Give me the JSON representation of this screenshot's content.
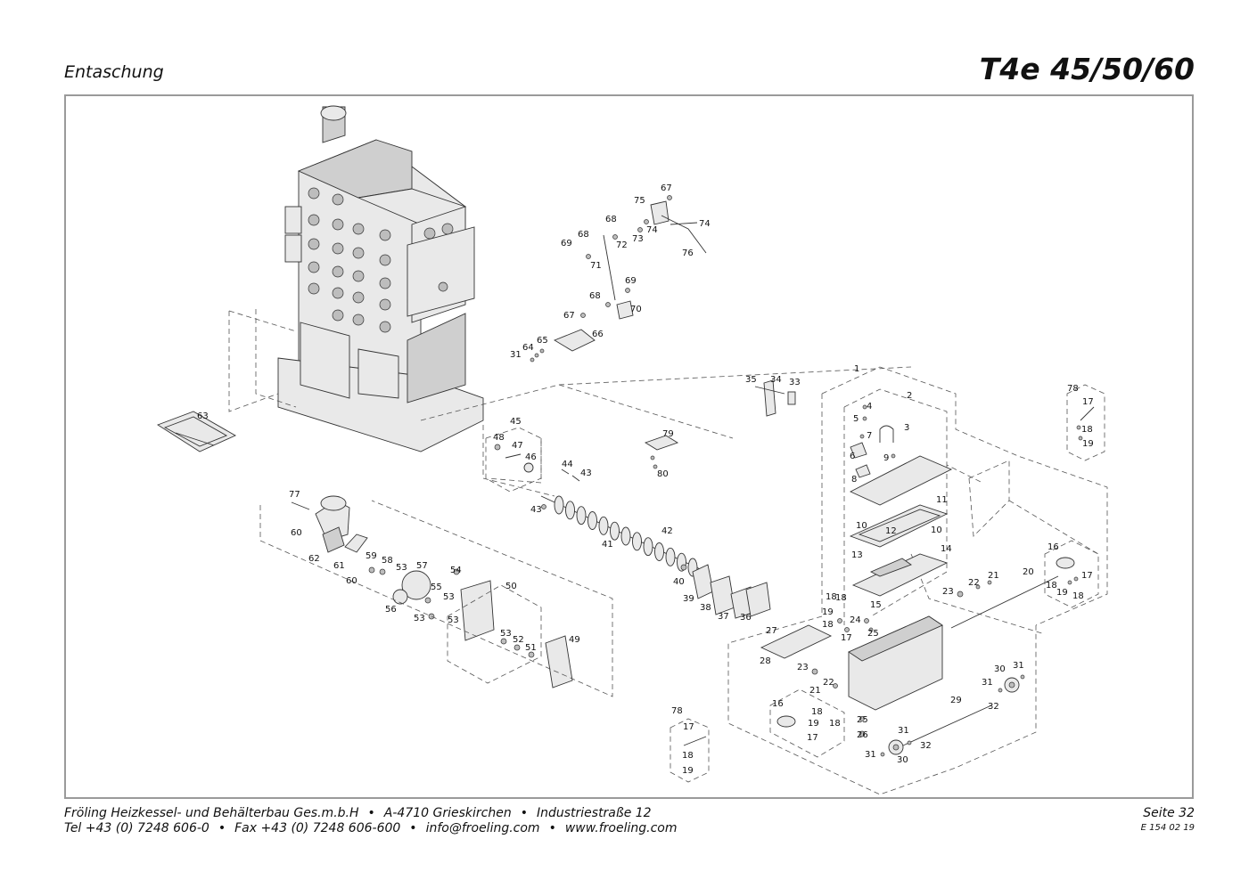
{
  "header": {
    "section_title": "Entaschung",
    "model": "T4e 45/50/60"
  },
  "callouts": [
    {
      "id": "c1",
      "text": "1"
    },
    {
      "id": "c2",
      "text": "2"
    },
    {
      "id": "c3",
      "text": "3"
    },
    {
      "id": "c4",
      "text": "4"
    },
    {
      "id": "c5",
      "text": "5"
    },
    {
      "id": "c6",
      "text": "6"
    },
    {
      "id": "c7",
      "text": "7"
    },
    {
      "id": "c8",
      "text": "8"
    },
    {
      "id": "c9",
      "text": "9"
    },
    {
      "id": "c10a",
      "text": "10"
    },
    {
      "id": "c10b",
      "text": "10"
    },
    {
      "id": "c11",
      "text": "11"
    },
    {
      "id": "c12",
      "text": "12"
    },
    {
      "id": "c13",
      "text": "13"
    },
    {
      "id": "c14",
      "text": "14"
    },
    {
      "id": "c15",
      "text": "15"
    },
    {
      "id": "c16a",
      "text": "16"
    },
    {
      "id": "c16b",
      "text": "16"
    },
    {
      "id": "c17a",
      "text": "17"
    },
    {
      "id": "c17b",
      "text": "17"
    },
    {
      "id": "c17c",
      "text": "17"
    },
    {
      "id": "c17d",
      "text": "17"
    },
    {
      "id": "c17e",
      "text": "17"
    },
    {
      "id": "c18a",
      "text": "18"
    },
    {
      "id": "c18b",
      "text": "18"
    },
    {
      "id": "c18c",
      "text": "18"
    },
    {
      "id": "c18d",
      "text": "18"
    },
    {
      "id": "c18e",
      "text": "18"
    },
    {
      "id": "c18f",
      "text": "18"
    },
    {
      "id": "c18g",
      "text": "18"
    },
    {
      "id": "c18h",
      "text": "18"
    },
    {
      "id": "c18i",
      "text": "18"
    },
    {
      "id": "c19a",
      "text": "19"
    },
    {
      "id": "c19b",
      "text": "19"
    },
    {
      "id": "c19c",
      "text": "19"
    },
    {
      "id": "c19d",
      "text": "19"
    },
    {
      "id": "c19e",
      "text": "19"
    },
    {
      "id": "c20",
      "text": "20"
    },
    {
      "id": "c21a",
      "text": "21"
    },
    {
      "id": "c21b",
      "text": "21"
    },
    {
      "id": "c22a",
      "text": "22"
    },
    {
      "id": "c22b",
      "text": "22"
    },
    {
      "id": "c23a",
      "text": "23"
    },
    {
      "id": "c23b",
      "text": "23"
    },
    {
      "id": "c24",
      "text": "24"
    },
    {
      "id": "c25a",
      "text": "25"
    },
    {
      "id": "c25b",
      "text": "25"
    },
    {
      "id": "c26",
      "text": "26"
    },
    {
      "id": "c27",
      "text": "27"
    },
    {
      "id": "c28",
      "text": "28"
    },
    {
      "id": "c29",
      "text": "29"
    },
    {
      "id": "c30a",
      "text": "30"
    },
    {
      "id": "c30b",
      "text": "30"
    },
    {
      "id": "c31a",
      "text": "31"
    },
    {
      "id": "c31b",
      "text": "31"
    },
    {
      "id": "c31c",
      "text": "31"
    },
    {
      "id": "c31d",
      "text": "31"
    },
    {
      "id": "c31e",
      "text": "31"
    },
    {
      "id": "c32a",
      "text": "32"
    },
    {
      "id": "c32b",
      "text": "32"
    },
    {
      "id": "c33",
      "text": "33"
    },
    {
      "id": "c34",
      "text": "34"
    },
    {
      "id": "c35",
      "text": "35"
    },
    {
      "id": "c36",
      "text": "36"
    },
    {
      "id": "c37",
      "text": "37"
    },
    {
      "id": "c38",
      "text": "38"
    },
    {
      "id": "c39",
      "text": "39"
    },
    {
      "id": "c40",
      "text": "40"
    },
    {
      "id": "c41",
      "text": "41"
    },
    {
      "id": "c42",
      "text": "42"
    },
    {
      "id": "c43a",
      "text": "43"
    },
    {
      "id": "c43b",
      "text": "43"
    },
    {
      "id": "c44",
      "text": "44"
    },
    {
      "id": "c45",
      "text": "45"
    },
    {
      "id": "c46",
      "text": "46"
    },
    {
      "id": "c47",
      "text": "47"
    },
    {
      "id": "c48",
      "text": "48"
    },
    {
      "id": "c49",
      "text": "49"
    },
    {
      "id": "c50",
      "text": "50"
    },
    {
      "id": "c51",
      "text": "51"
    },
    {
      "id": "c52",
      "text": "52"
    },
    {
      "id": "c53a",
      "text": "53"
    },
    {
      "id": "c53b",
      "text": "53"
    },
    {
      "id": "c53c",
      "text": "53"
    },
    {
      "id": "c53d",
      "text": "53"
    },
    {
      "id": "c53e",
      "text": "53"
    },
    {
      "id": "c54",
      "text": "54"
    },
    {
      "id": "c55",
      "text": "55"
    },
    {
      "id": "c56",
      "text": "56"
    },
    {
      "id": "c57",
      "text": "57"
    },
    {
      "id": "c58",
      "text": "58"
    },
    {
      "id": "c59",
      "text": "59"
    },
    {
      "id": "c60a",
      "text": "60"
    },
    {
      "id": "c60b",
      "text": "60"
    },
    {
      "id": "c61",
      "text": "61"
    },
    {
      "id": "c62",
      "text": "62"
    },
    {
      "id": "c63",
      "text": "63"
    },
    {
      "id": "c64",
      "text": "64"
    },
    {
      "id": "c65",
      "text": "65"
    },
    {
      "id": "c66",
      "text": "66"
    },
    {
      "id": "c67a",
      "text": "67"
    },
    {
      "id": "c67b",
      "text": "67"
    },
    {
      "id": "c68a",
      "text": "68"
    },
    {
      "id": "c68b",
      "text": "68"
    },
    {
      "id": "c68c",
      "text": "68"
    },
    {
      "id": "c69a",
      "text": "69"
    },
    {
      "id": "c69b",
      "text": "69"
    },
    {
      "id": "c70",
      "text": "70"
    },
    {
      "id": "c71",
      "text": "71"
    },
    {
      "id": "c72",
      "text": "72"
    },
    {
      "id": "c73",
      "text": "73"
    },
    {
      "id": "c74a",
      "text": "74"
    },
    {
      "id": "c74b",
      "text": "74"
    },
    {
      "id": "c75",
      "text": "75"
    },
    {
      "id": "c76",
      "text": "76"
    },
    {
      "id": "c77",
      "text": "77"
    },
    {
      "id": "c78a",
      "text": "78"
    },
    {
      "id": "c78b",
      "text": "78"
    },
    {
      "id": "c79",
      "text": "79"
    },
    {
      "id": "c80",
      "text": "80"
    },
    {
      "id": "c31f",
      "text": "31"
    }
  ],
  "footer": {
    "company": "Fröling Heizkessel- und Behälterbau Ges.m.b.H",
    "address_city": "A-4710 Grieskirchen",
    "address_street": "Industriestraße 12",
    "phone": "Tel +43 (0) 7248 606-0",
    "fax": "Fax +43 (0) 7248 606-600",
    "email": "info@froeling.com",
    "web": "www.froeling.com",
    "page": "Seite 32",
    "doc_number": "E 154 02 19"
  }
}
